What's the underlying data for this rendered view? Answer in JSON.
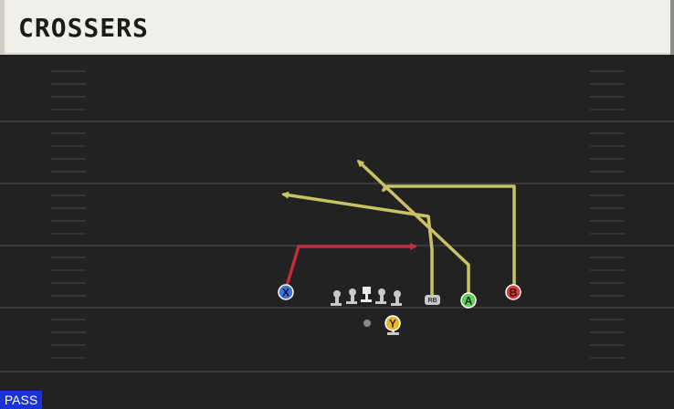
{
  "play": {
    "title": "CROSSERS",
    "type_badge": "PASS"
  },
  "players": {
    "x": "X",
    "a": "A",
    "b": "B",
    "y": "Y",
    "rb": "RB"
  },
  "colors": {
    "header_bg": "#f0efe9",
    "field_bg": "#222222",
    "route_yellow": "#c9c265",
    "route_red": "#c22a3d",
    "player_x": "#3d74d6",
    "player_a": "#5fcf5a",
    "player_b": "#d93a3e",
    "player_y": "#e6b82a",
    "pass_badge": "#1a33d9"
  }
}
